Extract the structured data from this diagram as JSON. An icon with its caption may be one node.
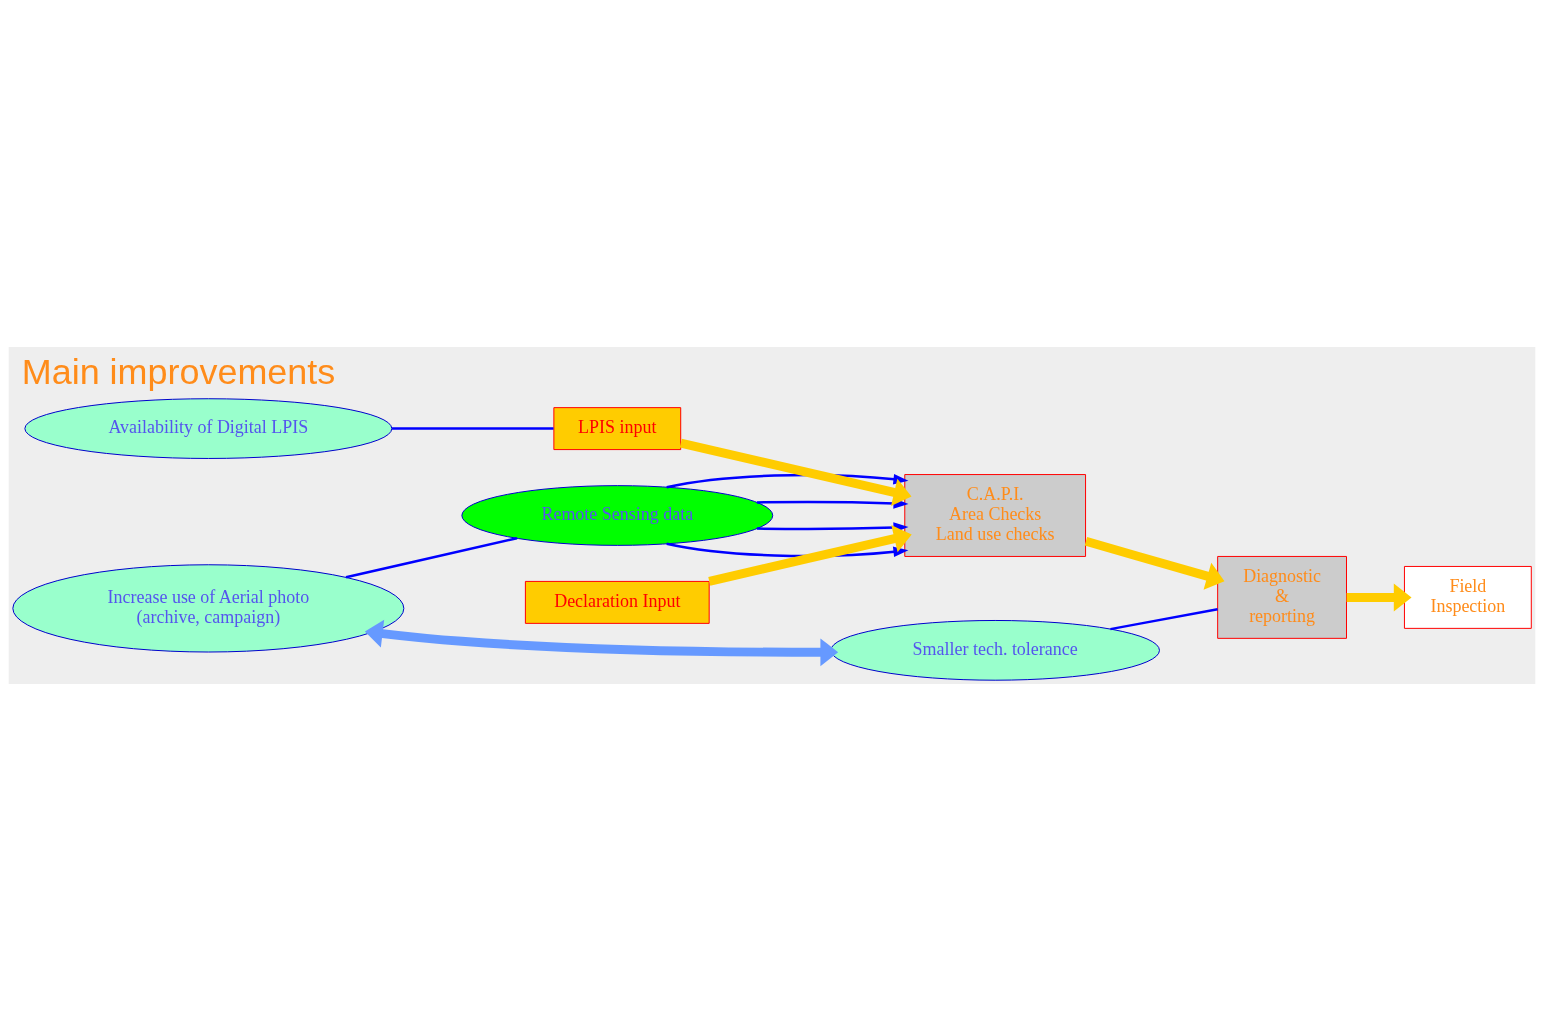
{
  "diagram": {
    "title": "Main improvements",
    "nodes": [
      {
        "text": [
          "Increase use of Aerial photo",
          "(archive, campaign)"
        ]
      },
      {
        "text": [
          "Remote Sensing data"
        ]
      },
      {
        "text": [
          "Smaller tech. tolerance"
        ]
      },
      {
        "text": [
          "Declaration Input"
        ]
      },
      {
        "text": [
          "C.A.P.I.",
          "Area Checks",
          "Land use checks"
        ]
      },
      {
        "text": [
          "LPIS input"
        ]
      },
      {
        "text": [
          "Diagnostic",
          "&",
          "reporting"
        ]
      },
      {
        "text": [
          "Field",
          "Inspection"
        ]
      },
      {
        "text": [
          "Availability of Digital LPIS"
        ]
      }
    ],
    "edges": [
      {
        "from": 0,
        "to": 1,
        "arrow": "none"
      },
      {
        "from": 0,
        "to": 2,
        "arrow": "both",
        "style": "thick",
        "color": "#6699ff"
      },
      {
        "from": 2,
        "to": 6,
        "arrow": "none"
      },
      {
        "from": 1,
        "to": 4,
        "arrow": "to"
      },
      {
        "from": 1,
        "to": 4,
        "arrow": "to"
      },
      {
        "from": 1,
        "to": 4,
        "arrow": "to"
      },
      {
        "from": 1,
        "to": 4,
        "arrow": "to"
      },
      {
        "from": 3,
        "to": 4,
        "arrow": "to",
        "style": "thick",
        "color": "#ffcc00"
      },
      {
        "from": 5,
        "to": 4,
        "arrow": "to",
        "style": "thick",
        "color": "#ffcc00"
      },
      {
        "from": 4,
        "to": 6,
        "arrow": "to",
        "style": "thick",
        "color": "#ffcc00"
      },
      {
        "from": 6,
        "to": 7,
        "arrow": "to",
        "style": "thick",
        "color": "#ffcc00"
      },
      {
        "from": 8,
        "to": 5,
        "arrow": "none"
      }
    ]
  }
}
